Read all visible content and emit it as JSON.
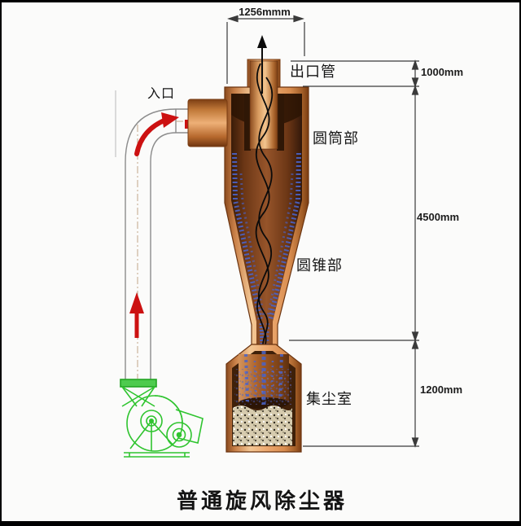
{
  "diagram": {
    "title": "普通旋风除尘器",
    "labels": {
      "inlet": "入口",
      "outlet_pipe": "出口管",
      "cylinder_section": "圆筒部",
      "cone_section": "圆锥部",
      "dust_chamber": "集尘室"
    },
    "dimensions": {
      "top_width": "1256mmm",
      "outlet_height": "1000mm",
      "body_height": "4500mm",
      "chamber_height": "1200mm"
    },
    "colors": {
      "body_tan": "#eba96f",
      "body_highlight": "#f3c795",
      "body_outline": "#7a3c12",
      "interior_dark": "#5a2d12",
      "dust_blue": "#4a63c8",
      "fan_green": "#2fc42f",
      "arrow_red": "#cc1111",
      "dimension_line": "#333333",
      "background": "#fbfbfa"
    }
  }
}
